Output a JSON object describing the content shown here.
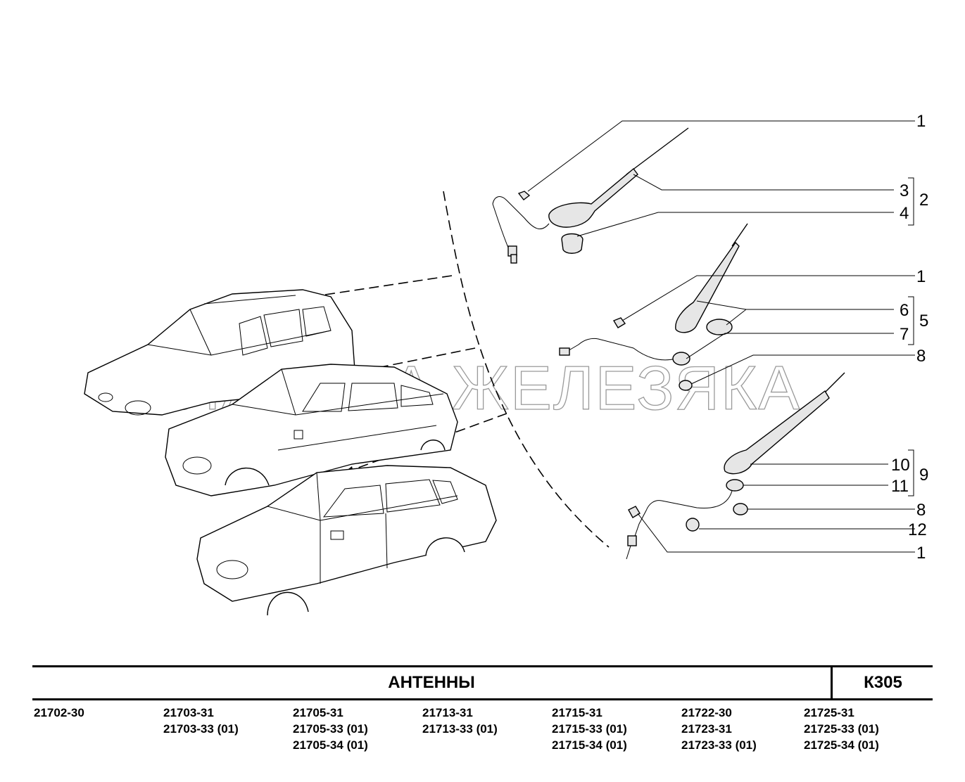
{
  "diagram": {
    "watermark": "ПЛАНЕТА ЖЕЛЕЗЯКА",
    "callouts": [
      {
        "id": "c1a",
        "text": "1"
      },
      {
        "id": "c3",
        "text": "3"
      },
      {
        "id": "c2",
        "text": "2"
      },
      {
        "id": "c4",
        "text": "4"
      },
      {
        "id": "c1b",
        "text": "1"
      },
      {
        "id": "c6",
        "text": "6"
      },
      {
        "id": "c5",
        "text": "5"
      },
      {
        "id": "c7",
        "text": "7"
      },
      {
        "id": "c8a",
        "text": "8"
      },
      {
        "id": "c10",
        "text": "10"
      },
      {
        "id": "c9",
        "text": "9"
      },
      {
        "id": "c11",
        "text": "11"
      },
      {
        "id": "c8b",
        "text": "8"
      },
      {
        "id": "c12",
        "text": "12"
      },
      {
        "id": "c1c",
        "text": "1"
      }
    ]
  },
  "footer": {
    "title": "АНТЕННЫ",
    "code": "К305",
    "models": [
      [
        "21702-30"
      ],
      [
        "21703-31",
        "21703-33 (01)"
      ],
      [
        "21705-31",
        "21705-33 (01)",
        "21705-34 (01)"
      ],
      [
        "21713-31",
        "21713-33 (01)"
      ],
      [
        "21715-31",
        "21715-33 (01)",
        "21715-34 (01)"
      ],
      [
        "21722-30",
        "21723-31",
        "21723-33 (01)"
      ],
      [
        "21725-31",
        "21725-33 (01)",
        "21725-34 (01)"
      ]
    ]
  }
}
